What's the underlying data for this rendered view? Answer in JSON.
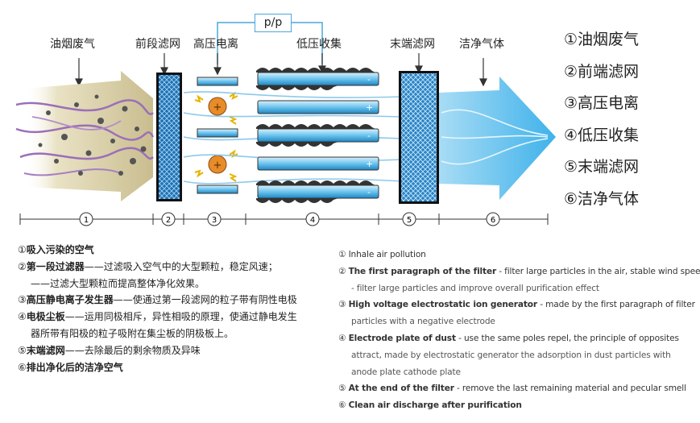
{
  "top_labels": {
    "l1": "油烟废气",
    "l2": "前段滤网",
    "l3": "高压电离",
    "l4": "低压收集",
    "l5": "末端滤网",
    "l6": "洁净气体"
  },
  "pp_box": "p/p",
  "stage_numbers": [
    "1",
    "2",
    "3",
    "4",
    "5",
    "6"
  ],
  "legend": [
    "①油烟废气",
    "②前端滤网",
    "③高压电离",
    "④低压收集",
    "⑤末端滤网",
    "⑥洁净气体"
  ],
  "zh_items": [
    {
      "num": "①",
      "title": "吸入污染的空气",
      "desc": ""
    },
    {
      "num": "②",
      "title": "第一段过滤器",
      "desc": "——过滤吸入空气中的大型颗粒，稳定风速；",
      "cont": "——过滤大型颗粒而提高整体净化效果。"
    },
    {
      "num": "③",
      "title": "高压静电离子发生器",
      "desc": "——使通过第一段滤网的粒子带有阴性电极"
    },
    {
      "num": "④",
      "title": "电极尘板",
      "desc": "——运用同极相斥，异性相吸的原理，使通过静电发生",
      "cont": "器所带有阳极的粒子吸附在集尘板的阴极板上。"
    },
    {
      "num": "⑤",
      "title": "末端滤网",
      "desc": "——去除最后的剩余物质及异味"
    },
    {
      "num": "⑥",
      "title": "排出净化后的洁净空气",
      "desc": ""
    }
  ],
  "en_items": [
    {
      "num": "①",
      "title": "",
      "desc": "Inhale air pollution"
    },
    {
      "num": "②",
      "title": "The first paragraph of the filter",
      "desc": " - filter large particles in the air, stable wind speed;",
      "cont": "- filter large particles and improve overall purification effect"
    },
    {
      "num": "③",
      "title": "High voltage electrostatic ion generator",
      "desc": " - made by the first paragraph of filter",
      "cont": "particles with a negative electrode"
    },
    {
      "num": "④",
      "title": "Electrode plate of dust",
      "desc": " - use the same poles repel, the principle of opposites",
      "cont": "attract, made by electrostatic generator the adsorption in dust particles with",
      "cont2": "anode plate cathode plate"
    },
    {
      "num": "⑤",
      "title": "At the end of the filter",
      "desc": " - remove the last remaining material and pecular smell"
    },
    {
      "num": "⑥",
      "title": "Clean air discharge after purification",
      "desc": ""
    }
  ],
  "colors": {
    "filter_blue": "#2f86c8",
    "air_blue": "#5cc4ee",
    "smoke_tan": "#cfc39a",
    "purple_fiber": "#9b6fb8",
    "ion_orange": "#e88c2a"
  }
}
